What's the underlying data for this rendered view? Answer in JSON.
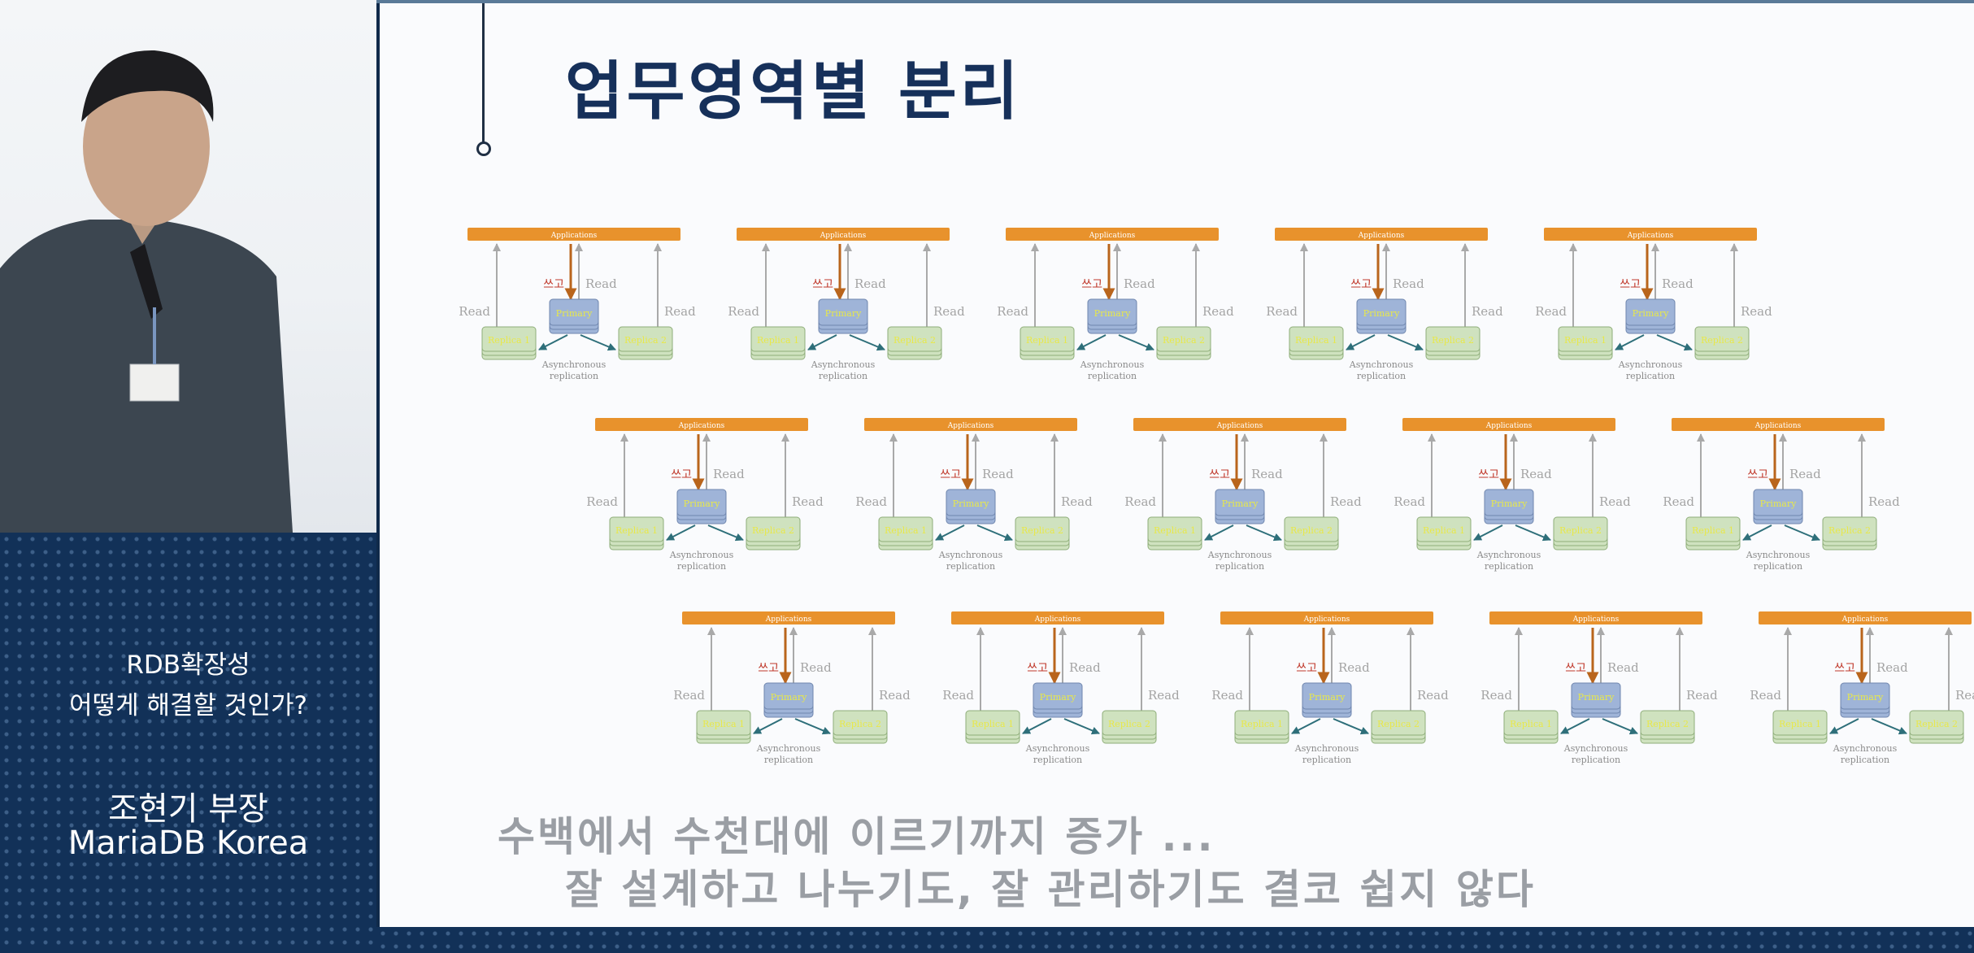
{
  "sidebar": {
    "event_title_line1": "RDB확장성",
    "event_title_line2": "어떻게 해결할 것인가?",
    "speaker_name": "조현기 부장",
    "speaker_org": "MariaDB Korea"
  },
  "slide": {
    "title": "업무영역별 분리",
    "note_line1": "수백에서 수천대에 이르기까지 증가 ...",
    "note_line2": "잘 설계하고 나누기도, 잘 관리하기도 결코 쉽지 않다"
  },
  "diagram_unit": {
    "applications_label": "Applications",
    "write_label": "쓰고",
    "read_label": "Read",
    "primary_label": "Primary",
    "replica1_label": "Replica 1",
    "replica2_label": "Replica 2",
    "replication_line1": "Asynchronous",
    "replication_line2": "replication"
  },
  "diagram_grid": {
    "rows": 3,
    "per_row": 5
  },
  "colors": {
    "slide_bg": "#fafbfd",
    "title": "#16305a",
    "applications_bar": "#e8922c",
    "write_arrow": "#b9651c",
    "primary_fill": "#9fb4d8",
    "replica_fill": "#cfe2bf",
    "replication_arrow": "#2e6f7a",
    "read_text": "#a4a4a4",
    "write_text": "#c0392b",
    "panel_bg": "#123158"
  }
}
